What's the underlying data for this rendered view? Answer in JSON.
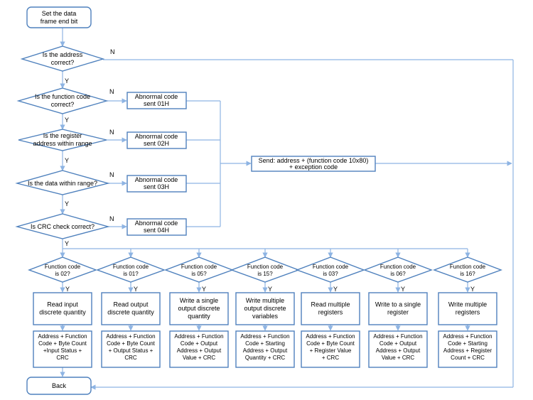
{
  "start": [
    "Set the data",
    "frame end bit"
  ],
  "checks": [
    {
      "lines": [
        "Is the address",
        "correct?"
      ],
      "yes": "Y",
      "no": "N"
    },
    {
      "lines": [
        "Is the function code",
        "correct?"
      ],
      "yes": "Y",
      "no": "N",
      "error": [
        "Abnormal code",
        "sent 01H"
      ]
    },
    {
      "lines": [
        "Is the register",
        "address within range"
      ],
      "yes": "Y",
      "no": "N",
      "error": [
        "Abnormal code",
        "sent 02H"
      ]
    },
    {
      "lines": [
        "Is the data within range?"
      ],
      "yes": "Y",
      "no": "N",
      "error": [
        "Abnormal code",
        "sent 03H"
      ]
    },
    {
      "lines": [
        "Is CRC check correct?"
      ],
      "yes": "Y",
      "no": "N",
      "error": [
        "Abnormal code",
        "sent 04H"
      ]
    }
  ],
  "send": [
    "Send: address + (function code 10x80)",
    "+ exception code"
  ],
  "branches": [
    {
      "question": [
        "Function code",
        "is 02?"
      ],
      "yes": "Y",
      "action": [
        "Read input",
        "discrete quantity"
      ],
      "response": [
        "Address + Function",
        "Code + Byte Count",
        "+Input Status +",
        "CRC"
      ]
    },
    {
      "question": [
        "Function code",
        "is 01?"
      ],
      "yes": "Y",
      "action": [
        "Read output",
        "discrete quantity"
      ],
      "response": [
        "Address + Function",
        "Code + Byte Count",
        "+ Output Status +",
        "CRC"
      ]
    },
    {
      "question": [
        "Function code",
        "is 05?"
      ],
      "yes": "Y",
      "action": [
        "Write a single",
        "output discrete",
        "quantity"
      ],
      "response": [
        "Address + Function",
        "Code + Output",
        "Address + Output",
        "Value + CRC"
      ]
    },
    {
      "question": [
        "Function code",
        "is 15?"
      ],
      "yes": "Y",
      "action": [
        "Write multiple",
        "output discrete",
        "variables"
      ],
      "response": [
        "Address + Function",
        "Code + Starting",
        "Address + Output",
        "Quantity + CRC"
      ]
    },
    {
      "question": [
        "Function code",
        "is 03?"
      ],
      "yes": "Y",
      "action": [
        "Read multiple",
        "registers"
      ],
      "response": [
        "Address + Function",
        "Code + Byte Count",
        "+ Register Value",
        "+ CRC"
      ]
    },
    {
      "question": [
        "Function code",
        "is 06?"
      ],
      "yes": "Y",
      "action": [
        "Write to a single",
        "register"
      ],
      "response": [
        "Address + Function",
        "Code + Output",
        "Address + Output",
        "Value + CRC"
      ]
    },
    {
      "question": [
        "Function code",
        "is 16?"
      ],
      "yes": "Y",
      "action": [
        "Write multiple",
        "registers"
      ],
      "response": [
        "Address + Function",
        "Code + Starting",
        "Address + Register",
        "Count + CRC"
      ]
    }
  ],
  "end": "Back"
}
